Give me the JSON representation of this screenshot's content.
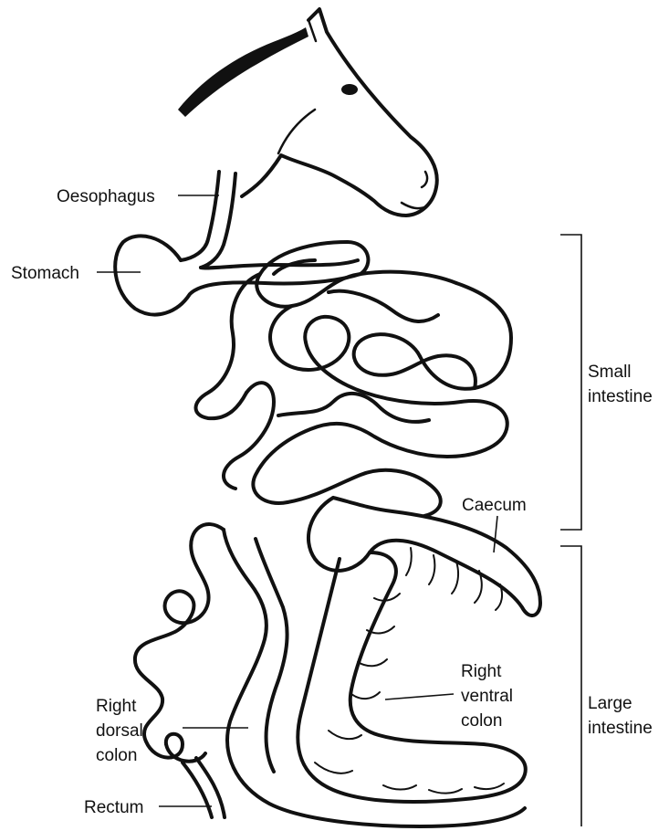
{
  "labels": {
    "oesophagus": "Oesophagus",
    "stomach": "Stomach",
    "small_intestine_1": "Small",
    "small_intestine_2": "intestine",
    "caecum": "Caecum",
    "right_ventral_1": "Right",
    "right_ventral_2": "ventral",
    "right_ventral_3": "colon",
    "large_intestine_1": "Large",
    "large_intestine_2": "intestine",
    "right_dorsal_1": "Right",
    "right_dorsal_2": "dorsal",
    "right_dorsal_3": "colon",
    "rectum": "Rectum"
  },
  "colors": {
    "ink": "#111111",
    "background": "#ffffff"
  }
}
